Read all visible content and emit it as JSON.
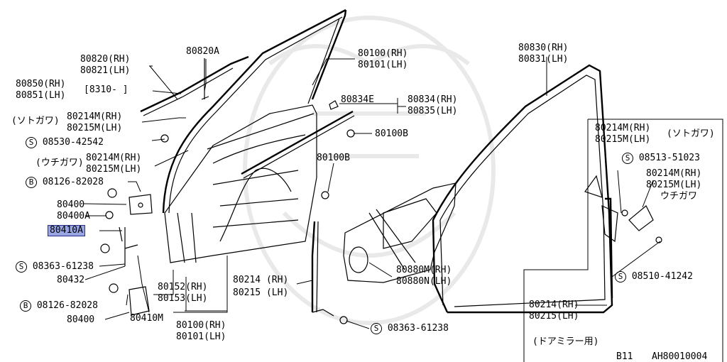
{
  "diagram": {
    "labels": [
      {
        "id": "80820a",
        "text": "80820A"
      },
      {
        "id": "80820",
        "text": "80820(RH)"
      },
      {
        "id": "80821",
        "text": "80821(LH)"
      },
      {
        "id": "80850",
        "text": "80850(RH)"
      },
      {
        "id": "80851",
        "text": "80851(LH)"
      },
      {
        "id": "range8310",
        "text": "[8310-    ]"
      },
      {
        "id": "sotogawa1",
        "text": "(ソトガワ)"
      },
      {
        "id": "80214m-a",
        "text": "80214M(RH)"
      },
      {
        "id": "80215m-a",
        "text": "80215M(LH)"
      },
      {
        "id": "s08530",
        "text": "08530-42542"
      },
      {
        "id": "uchigawa1",
        "text": "(ウチガワ)"
      },
      {
        "id": "80214m-b",
        "text": "80214M(RH)"
      },
      {
        "id": "80215m-b",
        "text": "80215M(LH)"
      },
      {
        "id": "b08126-a",
        "text": "08126-82028"
      },
      {
        "id": "80400-a",
        "text": "80400"
      },
      {
        "id": "80400a",
        "text": "80400A"
      },
      {
        "id": "80410a",
        "text": "80410A"
      },
      {
        "id": "s08363-a",
        "text": "08363-61238"
      },
      {
        "id": "80432",
        "text": "80432"
      },
      {
        "id": "b08126-b",
        "text": "08126-82028"
      },
      {
        "id": "80400-b",
        "text": "80400"
      },
      {
        "id": "80410m",
        "text": "80410M"
      },
      {
        "id": "80152",
        "text": "80152(RH)"
      },
      {
        "id": "80153",
        "text": "80153(LH)"
      },
      {
        "id": "80100-b",
        "text": "80100(RH)"
      },
      {
        "id": "80101-b",
        "text": "80101(LH)"
      },
      {
        "id": "80100-t",
        "text": "80100(RH)"
      },
      {
        "id": "80101-t",
        "text": "80101(LH)"
      },
      {
        "id": "80834e",
        "text": "80834E"
      },
      {
        "id": "80834",
        "text": "80834(RH)"
      },
      {
        "id": "80835",
        "text": "80835(LH)"
      },
      {
        "id": "80100b-1",
        "text": "80100B"
      },
      {
        "id": "80100b-2",
        "text": "80100B"
      },
      {
        "id": "80214",
        "text": "80214 (RH)"
      },
      {
        "id": "80215",
        "text": "80215 (LH)"
      },
      {
        "id": "80880m",
        "text": "80880M(RH)"
      },
      {
        "id": "80880n",
        "text": "80880N(LH)"
      },
      {
        "id": "s08363-b",
        "text": "08363-61238"
      },
      {
        "id": "80830",
        "text": "80830(RH)"
      },
      {
        "id": "80831",
        "text": "80831(LH)"
      },
      {
        "id": "80214m-c",
        "text": "80214M(RH)"
      },
      {
        "id": "80215m-c",
        "text": "80215M(LH)"
      },
      {
        "id": "sotogawa2",
        "text": "(ソトガワ)"
      },
      {
        "id": "s08513",
        "text": "08513-51023"
      },
      {
        "id": "80214m-d",
        "text": "80214M(RH)"
      },
      {
        "id": "80215m-d",
        "text": "80215M(LH)"
      },
      {
        "id": "uchigawa2",
        "text": "ウチガワ"
      },
      {
        "id": "s08510",
        "text": "08510-41242"
      },
      {
        "id": "80214rh",
        "text": "80214(RH)"
      },
      {
        "id": "80215lh",
        "text": "80215(LH)"
      },
      {
        "id": "mirror",
        "text": "(ドアミラー用)"
      },
      {
        "id": "b11",
        "text": "B11"
      },
      {
        "id": "ref",
        "text": "AH80010004"
      }
    ],
    "symbols": {
      "screw": "S",
      "bolt": "B"
    },
    "highlight_color": "#9aa6e4"
  }
}
